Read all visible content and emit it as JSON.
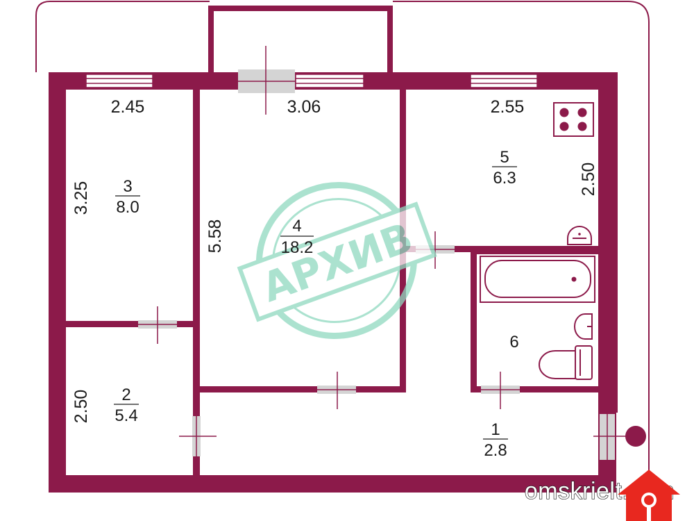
{
  "colors": {
    "wall": "#8c1a4a",
    "opening": "#d4d4d4",
    "stamp": "#8fd9c0",
    "brand_red": "#e8281f",
    "background": "#ffffff"
  },
  "dimensions": {
    "room3_width": "2.45",
    "room4_width": "3.06",
    "room5_width": "2.55",
    "room3_depth": "3.25",
    "room4_depth": "5.58",
    "room5_depth": "2.50",
    "room2_depth": "2.50"
  },
  "rooms": {
    "room1": {
      "number": "1",
      "area": "2.8"
    },
    "room2": {
      "number": "2",
      "area": "5.4"
    },
    "room3": {
      "number": "3",
      "area": "8.0"
    },
    "room4": {
      "number": "4",
      "area": "18.2"
    },
    "room5": {
      "number": "5",
      "area": "6.3"
    },
    "room6": {
      "number": "6"
    }
  },
  "stamp": {
    "text": "АРХИВ"
  },
  "icons": {
    "stove": "stove-icon",
    "bathtub": "bathtub-icon",
    "toilet": "toilet-icon",
    "sink": "sink-icon",
    "entrance": "entrance-marker-icon",
    "logo": "house-logo-icon"
  },
  "brand": {
    "site": "omskrielt.com"
  }
}
